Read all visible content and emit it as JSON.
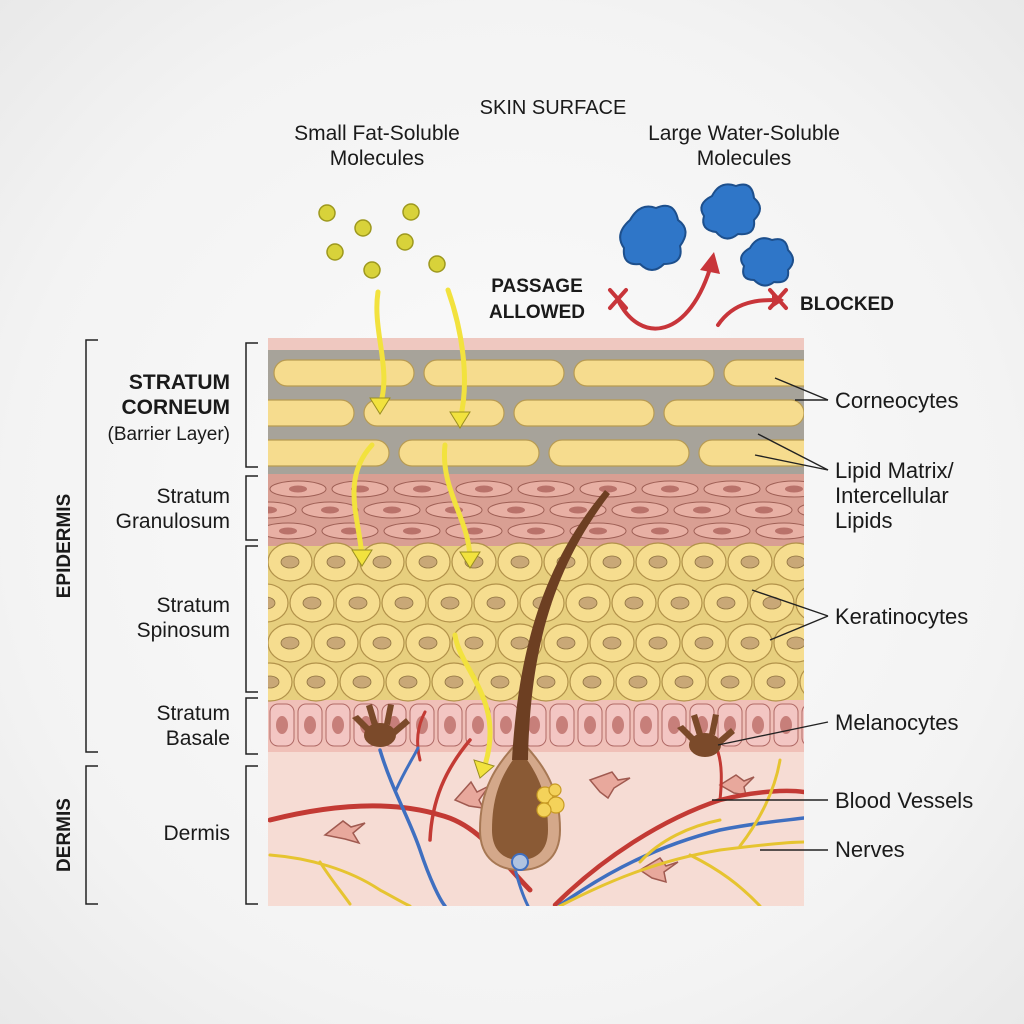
{
  "top": {
    "surface": "SKIN SURFACE",
    "small_mol_l1": "Small Fat-Soluble",
    "small_mol_l2": "Molecules",
    "large_mol_l1": "Large Water-Soluble",
    "large_mol_l2": "Molecules",
    "passage_l1": "PASSAGE",
    "passage_l2": "ALLOWED",
    "blocked": "BLOCKED"
  },
  "left": {
    "epidermis": "EPIDERMIS",
    "dermis_group": "DERMIS",
    "corneum_l1": "STRATUM",
    "corneum_l2": "CORNEUM",
    "corneum_l3": "(Barrier Layer)",
    "granulosum_l1": "Stratum",
    "granulosum_l2": "Granulosum",
    "spinosum_l1": "Stratum",
    "spinosum_l2": "Spinosum",
    "basale_l1": "Stratum",
    "basale_l2": "Basale",
    "dermis": "Dermis"
  },
  "right": {
    "corneocytes": "Corneocytes",
    "lipid_l1": "Lipid Matrix/",
    "lipid_l2": "Intercellular",
    "lipid_l3": "Lipids",
    "keratinocytes": "Keratinocytes",
    "melanocytes": "Melanocytes",
    "blood_vessels": "Blood Vessels",
    "nerves": "Nerves"
  },
  "colors": {
    "corneocyte": "#f6dc8e",
    "lipid_matrix": "#a7a39a",
    "granular_cell": "#e8b0a4",
    "keratinocyte": "#f6dd8f",
    "nucleus": "#c9a877",
    "basal_cell": "#f3c6c3",
    "dermis": "#f6dcd4",
    "melanocyte": "#7b4a2a",
    "hair": "#8a5a35",
    "artery": "#c33a34",
    "vein": "#3f6fc0",
    "nerve": "#e6c430",
    "molecule_small": "#d8d23a",
    "molecule_large": "#2f76c8",
    "arrow_allowed": "#f2e23e",
    "arrow_blocked": "#c8353a"
  }
}
